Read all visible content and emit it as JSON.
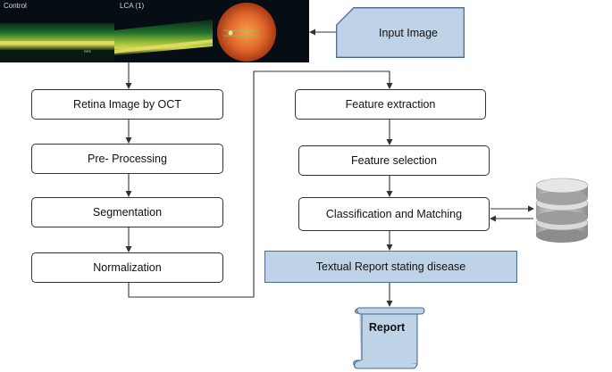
{
  "images": {
    "control_caption": "Control",
    "lca_caption": "LCA (1)",
    "rpe_tag": "RPE"
  },
  "input": {
    "label": "Input Image"
  },
  "left_pipeline": [
    "Retina Image by OCT",
    "Pre- Processing",
    "Segmentation",
    "Normalization"
  ],
  "right_pipeline": {
    "feature_extraction": "Feature extraction",
    "feature_selection": "Feature selection",
    "classification": "Classification and Matching",
    "textual_report": "Textual Report stating disease"
  },
  "output": {
    "label": "Report"
  },
  "colors": {
    "box_border": "#333333",
    "blue_fill": "#bfd3e8",
    "blue_border": "#4a6a8c",
    "arrow": "#333333"
  },
  "icons": {
    "database": "database-icon",
    "scroll": "scroll-icon"
  }
}
